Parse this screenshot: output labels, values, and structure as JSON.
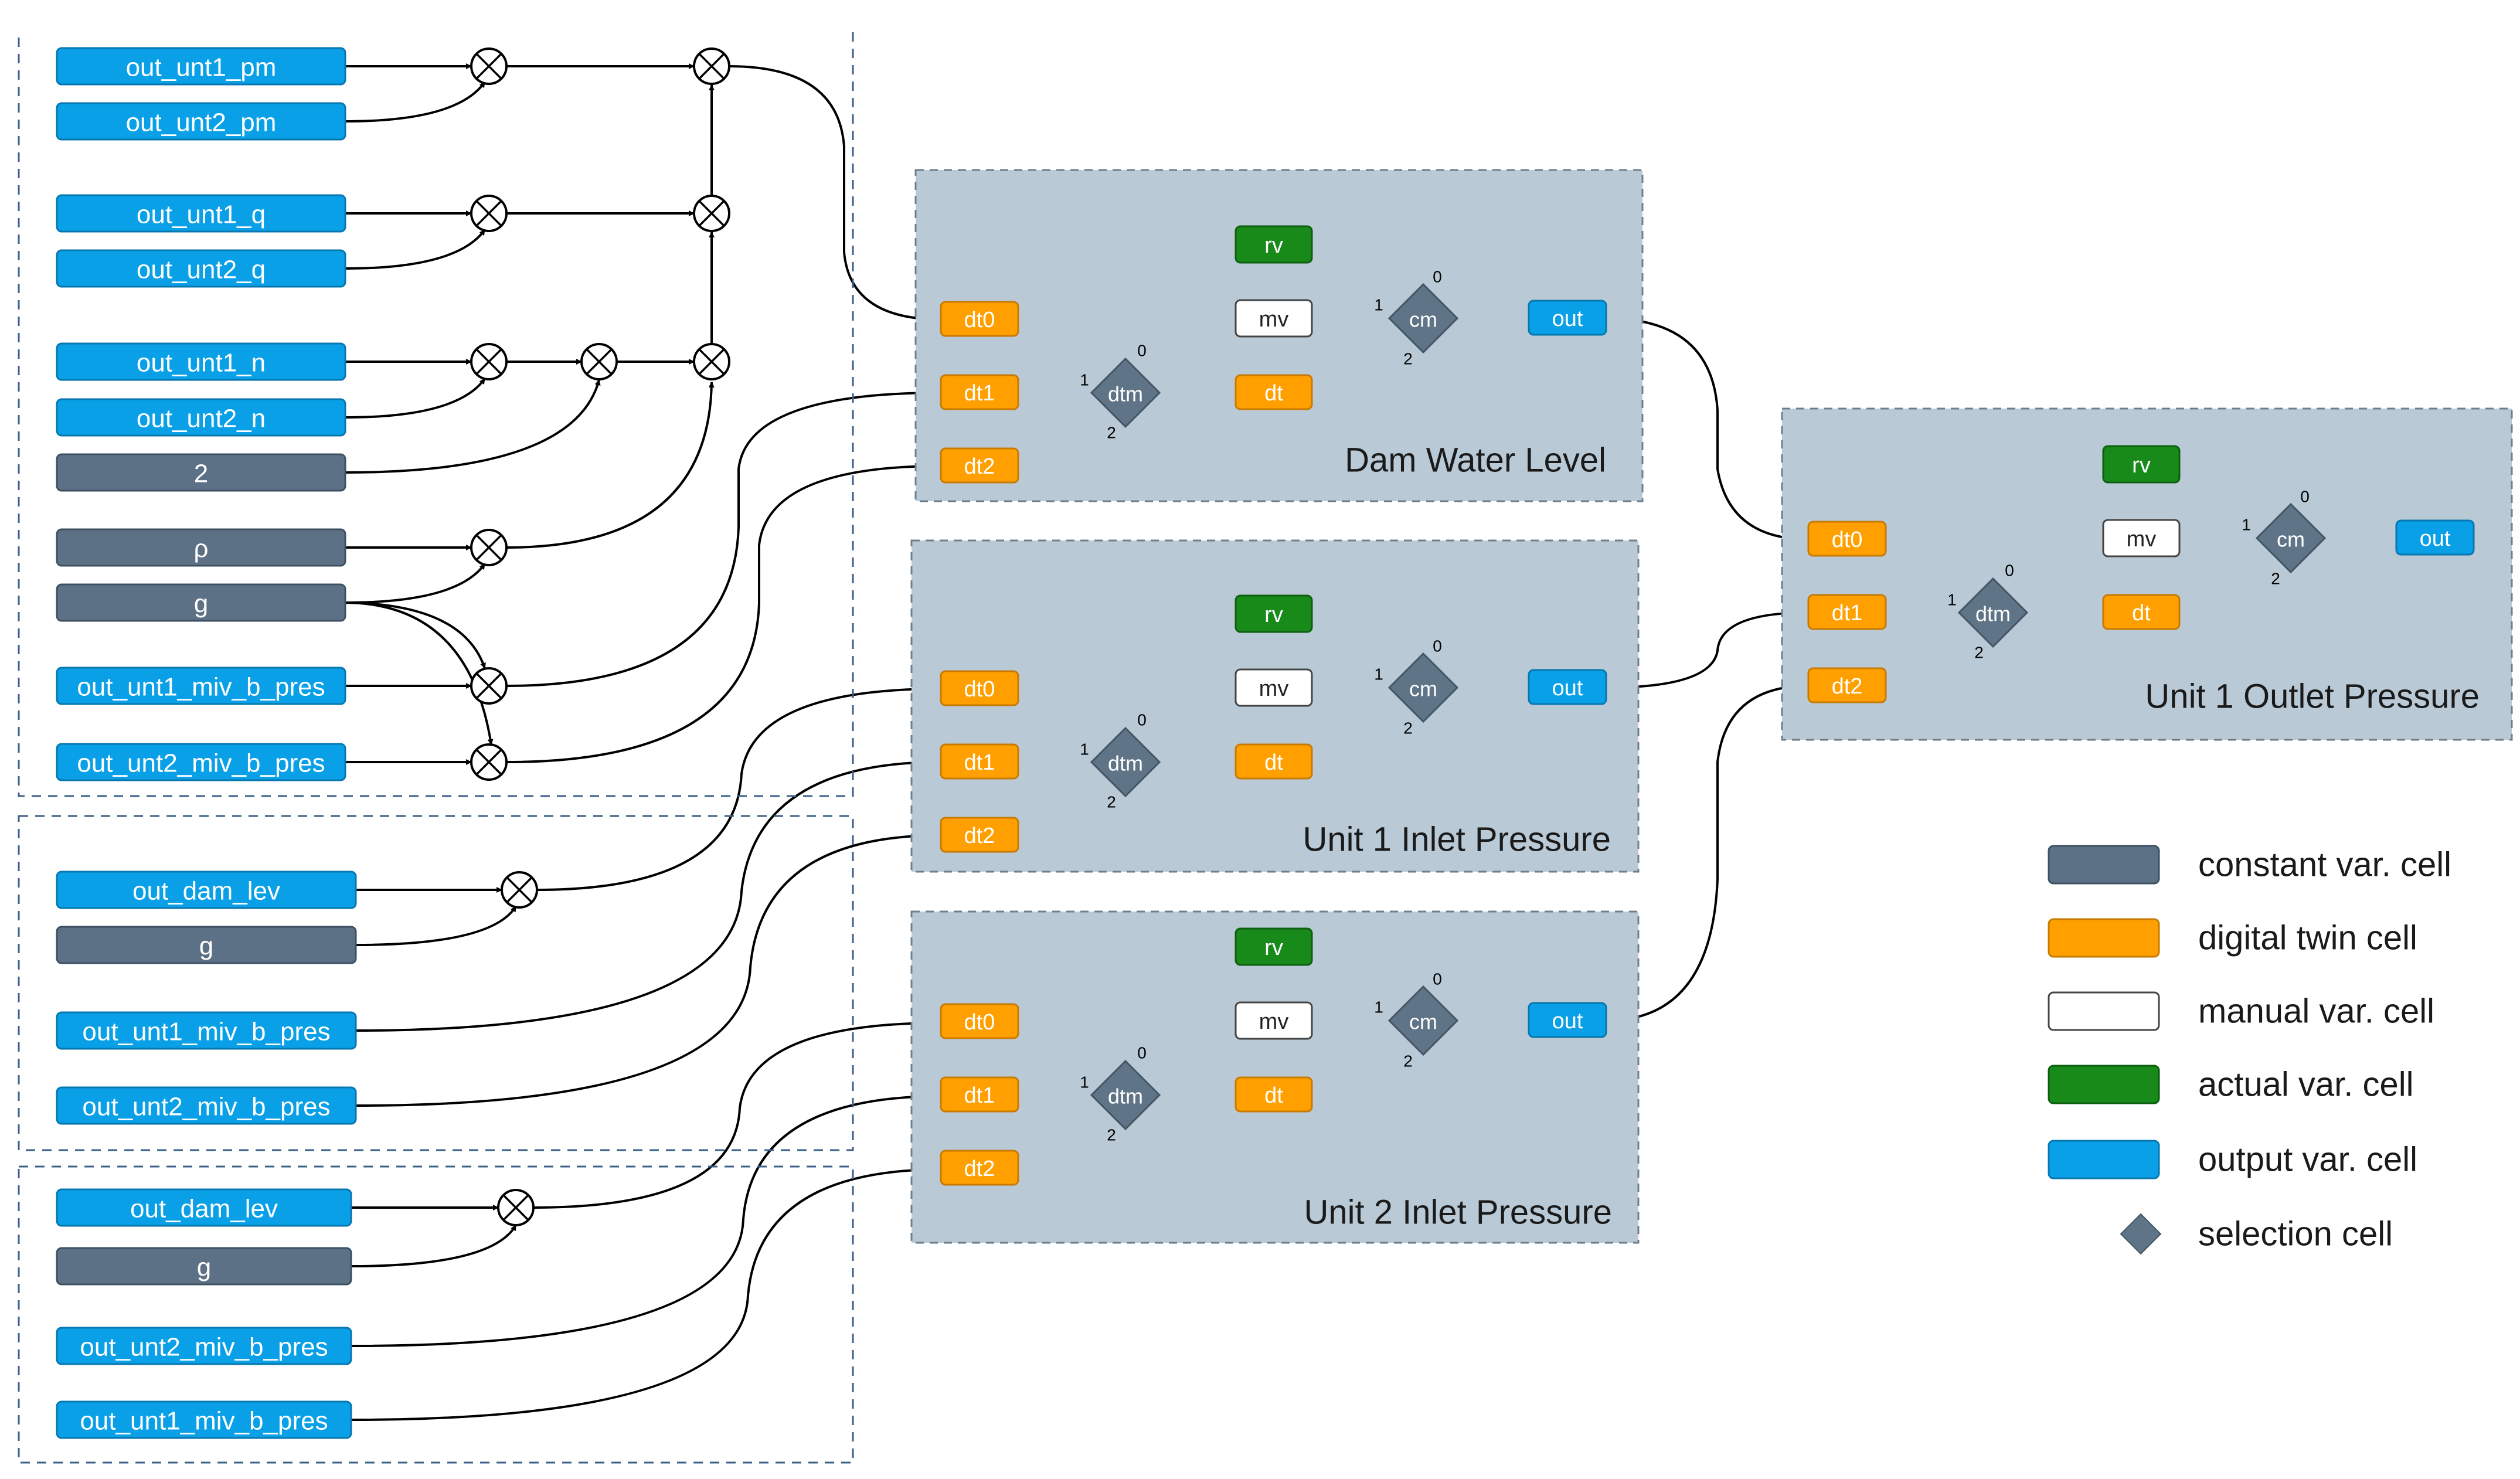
{
  "colors": {
    "constant": "#5d7186",
    "constant_stroke": "#3e5163",
    "digital_twin": "#ffa000",
    "digital_twin_stroke": "#c97a00",
    "manual": "#ffffff",
    "manual_stroke": "#444444",
    "actual": "#178a1a",
    "actual_stroke": "#0e5f10",
    "output": "#0aa0e8",
    "output_stroke": "#0777b0",
    "selection": "#5f7487",
    "panel_fill": "#b9cad6",
    "panel_border": "#6d7f8d",
    "wire": "#000000",
    "group_border": "#3e5f8a"
  },
  "inputs": {
    "g1": [
      "out_unt1_pm",
      "out_unt2_pm",
      "out_unt1_q",
      "out_unt2_q",
      "out_unt1_n",
      "out_unt2_n",
      "2",
      "ρ",
      "g",
      "out_unt1_miv_b_pres",
      "out_unt2_miv_b_pres"
    ],
    "g2": [
      "out_dam_lev",
      "g",
      "out_unt1_miv_b_pres",
      "out_unt2_miv_b_pres"
    ],
    "g3": [
      "out_dam_lev",
      "g",
      "out_unt2_miv_b_pres",
      "out_unt1_miv_b_pres"
    ]
  },
  "panels": [
    {
      "title": "Dam Water Level",
      "cells": {
        "dt0": "dt0",
        "dt1": "dt1",
        "dt2": "dt2",
        "dtm": "dtm",
        "dt": "dt",
        "rv": "rv",
        "mv": "mv",
        "cm": "cm",
        "out": "out"
      }
    },
    {
      "title": "Unit 1 Inlet Pressure",
      "cells": {
        "dt0": "dt0",
        "dt1": "dt1",
        "dt2": "dt2",
        "dtm": "dtm",
        "dt": "dt",
        "rv": "rv",
        "mv": "mv",
        "cm": "cm",
        "out": "out"
      }
    },
    {
      "title": "Unit 2 Inlet Pressure",
      "cells": {
        "dt0": "dt0",
        "dt1": "dt1",
        "dt2": "dt2",
        "dtm": "dtm",
        "dt": "dt",
        "rv": "rv",
        "mv": "mv",
        "cm": "cm",
        "out": "out"
      }
    },
    {
      "title": "Unit 1 Outlet Pressure",
      "cells": {
        "dt0": "dt0",
        "dt1": "dt1",
        "dt2": "dt2",
        "dtm": "dtm",
        "dt": "dt",
        "rv": "rv",
        "mv": "mv",
        "cm": "cm",
        "out": "out"
      }
    }
  ],
  "port_labels": {
    "in0": "0",
    "in1": "1",
    "in2": "2"
  },
  "legend": [
    {
      "type": "constant",
      "label": "constant var. cell"
    },
    {
      "type": "digital_twin",
      "label": "digital twin cell"
    },
    {
      "type": "manual",
      "label": "manual var. cell"
    },
    {
      "type": "actual",
      "label": "actual var. cell"
    },
    {
      "type": "output",
      "label": "output var. cell"
    },
    {
      "type": "selection",
      "label": "selection cell"
    }
  ]
}
